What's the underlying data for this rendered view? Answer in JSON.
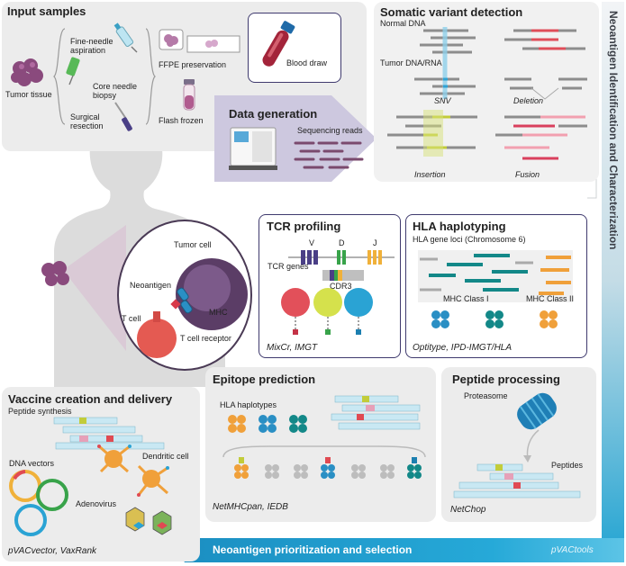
{
  "input_samples": {
    "title": "Input samples",
    "tumor_tissue": "Tumor tissue",
    "fine_needle": "Fine-needle aspiration",
    "core_needle": "Core needle biopsy",
    "surgical": "Surgical resection",
    "ffpe": "FFPE preservation",
    "flash_frozen": "Flash frozen",
    "blood_draw": "Blood draw"
  },
  "data_generation": {
    "title": "Data generation",
    "sequencing_reads": "Sequencing reads"
  },
  "somatic": {
    "title": "Somatic variant detection",
    "normal_dna": "Normal DNA",
    "tumor_dna_rna": "Tumor DNA/RNA",
    "snv": "SNV",
    "deletion": "Deletion",
    "insertion": "Insertion",
    "fusion": "Fusion"
  },
  "cell": {
    "tumor_cell": "Tumor cell",
    "neoantigen": "Neoantigen",
    "mhc": "MHC",
    "t_cell": "T cell",
    "tcr": "T cell receptor"
  },
  "tcr_profiling": {
    "title": "TCR profiling",
    "tcr_genes": "TCR genes",
    "v": "V",
    "d": "D",
    "j": "J",
    "cdr3": "CDR3",
    "tools": "MixCr, IMGT"
  },
  "hla_typing": {
    "title": "HLA haplotyping",
    "loci": "HLA gene loci (Chromosome 6)",
    "class1": "MHC Class I",
    "class2": "MHC Class II",
    "tools": "Optitype, IPD-IMGT/HLA"
  },
  "vaccine": {
    "title": "Vaccine creation and delivery",
    "peptide_synthesis": "Peptide synthesis",
    "dna_vectors": "DNA vectors",
    "dendritic_cell": "Dendritic cell",
    "adenovirus": "Adenovirus",
    "tools": "pVACvector, VaxRank"
  },
  "epitope": {
    "title": "Epitope prediction",
    "hla_haplotypes": "HLA haplotypes",
    "tools": "NetMHCpan, IEDB"
  },
  "peptide_processing": {
    "title": "Peptide processing",
    "proteasome": "Proteasome",
    "peptides": "Peptides",
    "tools": "NetChop"
  },
  "bottom_bar": {
    "label": "Neoantigen prioritization and selection",
    "tools": "pVACtools"
  },
  "side_bar": {
    "label": "Neoantigen Identification and Characterization"
  },
  "colors": {
    "panel": "#ececec",
    "teal": "#1f98c7",
    "purple": "#5b3d66",
    "navy": "#3f3a6e"
  }
}
